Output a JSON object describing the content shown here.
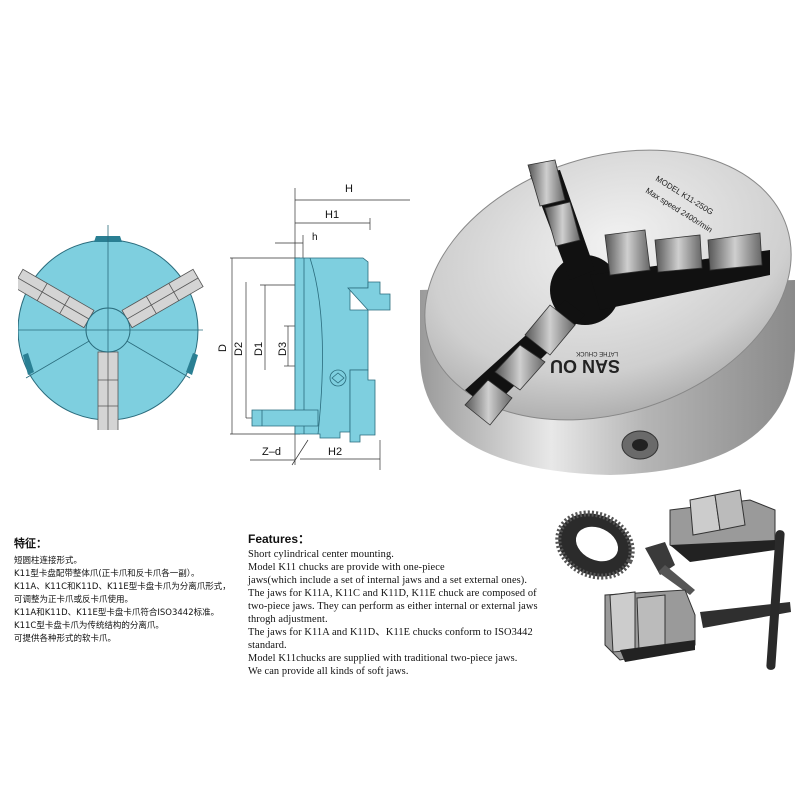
{
  "diagram": {
    "colors": {
      "body": "#7ecfdf",
      "outline": "#2a6b7c",
      "jaw": "#d4d4d4",
      "dimension_line": "#333333"
    },
    "dimension_labels": {
      "H": "H",
      "H1": "H1",
      "h": "h",
      "D": "D",
      "D2": "D2",
      "D1": "D1",
      "D3": "D3",
      "Zd": "Z–d",
      "H2": "H2"
    }
  },
  "product_photo": {
    "model_label": "MODEL K11-250G",
    "speed_label": "Max speed 2400r/min",
    "brand": "SAN OU",
    "brand_sub": "LATHE CHUCK"
  },
  "features_cn": {
    "title": "特征：",
    "lines": [
      "短圆柱连接形式。",
      "K11型卡盘配带整体爪(正卡爪和反卡爪各一副）。",
      "K11A、K11C和K11D、K11E型卡盘卡爪为分离爪形式，",
      "可调整为正卡爪或反卡爪使用。",
      "K11A和K11D、K11E型卡盘卡爪符合ISO3442标准。",
      "K11C型卡盘卡爪为传统结构的分离爪。",
      "可提供各种形式的软卡爪。"
    ]
  },
  "features_en": {
    "title": "Features：",
    "lines": [
      "Short cylindrical center mounting.",
      "Model K11 chucks are provide with one-piece",
      "jaws(which include a set of internal jaws and a set external ones).",
      "The jaws for K11A, K11C and K11D, K11E chuck are composed of",
      "two-piece jaws. They can perform as either internal or external jaws",
      "throgh adjustment.",
      "The jaws for K11A and K11D、K11E chucks conform to ISO3442",
      "standard.",
      "Model K11chucks are supplied with traditional two-piece jaws.",
      "We can provide all kinds of soft jaws."
    ]
  },
  "accessories": [
    "bevel-gear",
    "pinion",
    "two-piece-jaw-set-external",
    "two-piece-jaw-set-internal",
    "chuck-key"
  ]
}
